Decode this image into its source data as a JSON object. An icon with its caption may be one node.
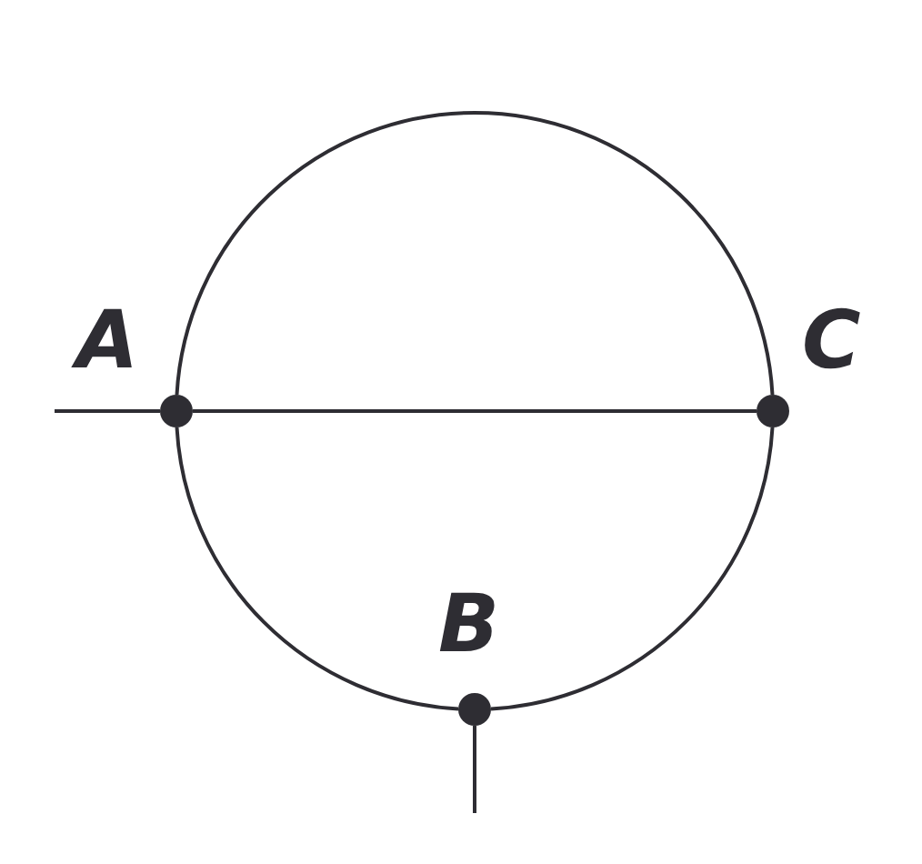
{
  "diagram": {
    "nodes": [
      {
        "text": [],
        "shape": "circle",
        "beside": [
          "A"
        ]
      },
      {
        "text": [],
        "shape": "circle",
        "beside": [
          "C"
        ]
      },
      {
        "text": [],
        "shape": "circle",
        "beside": [
          "B"
        ]
      }
    ],
    "edges": [
      {
        "from": 0,
        "to": 1,
        "arrow": "none"
      },
      {
        "from": 0,
        "to": 1,
        "arrow": "none"
      },
      {
        "from": 0,
        "to": 2,
        "arrow": "none"
      },
      {
        "from": 2,
        "to": 1,
        "arrow": "none"
      },
      {
        "from": null,
        "to": 0,
        "arrow": "none"
      },
      {
        "from": 2,
        "to": null,
        "arrow": "none"
      }
    ]
  }
}
